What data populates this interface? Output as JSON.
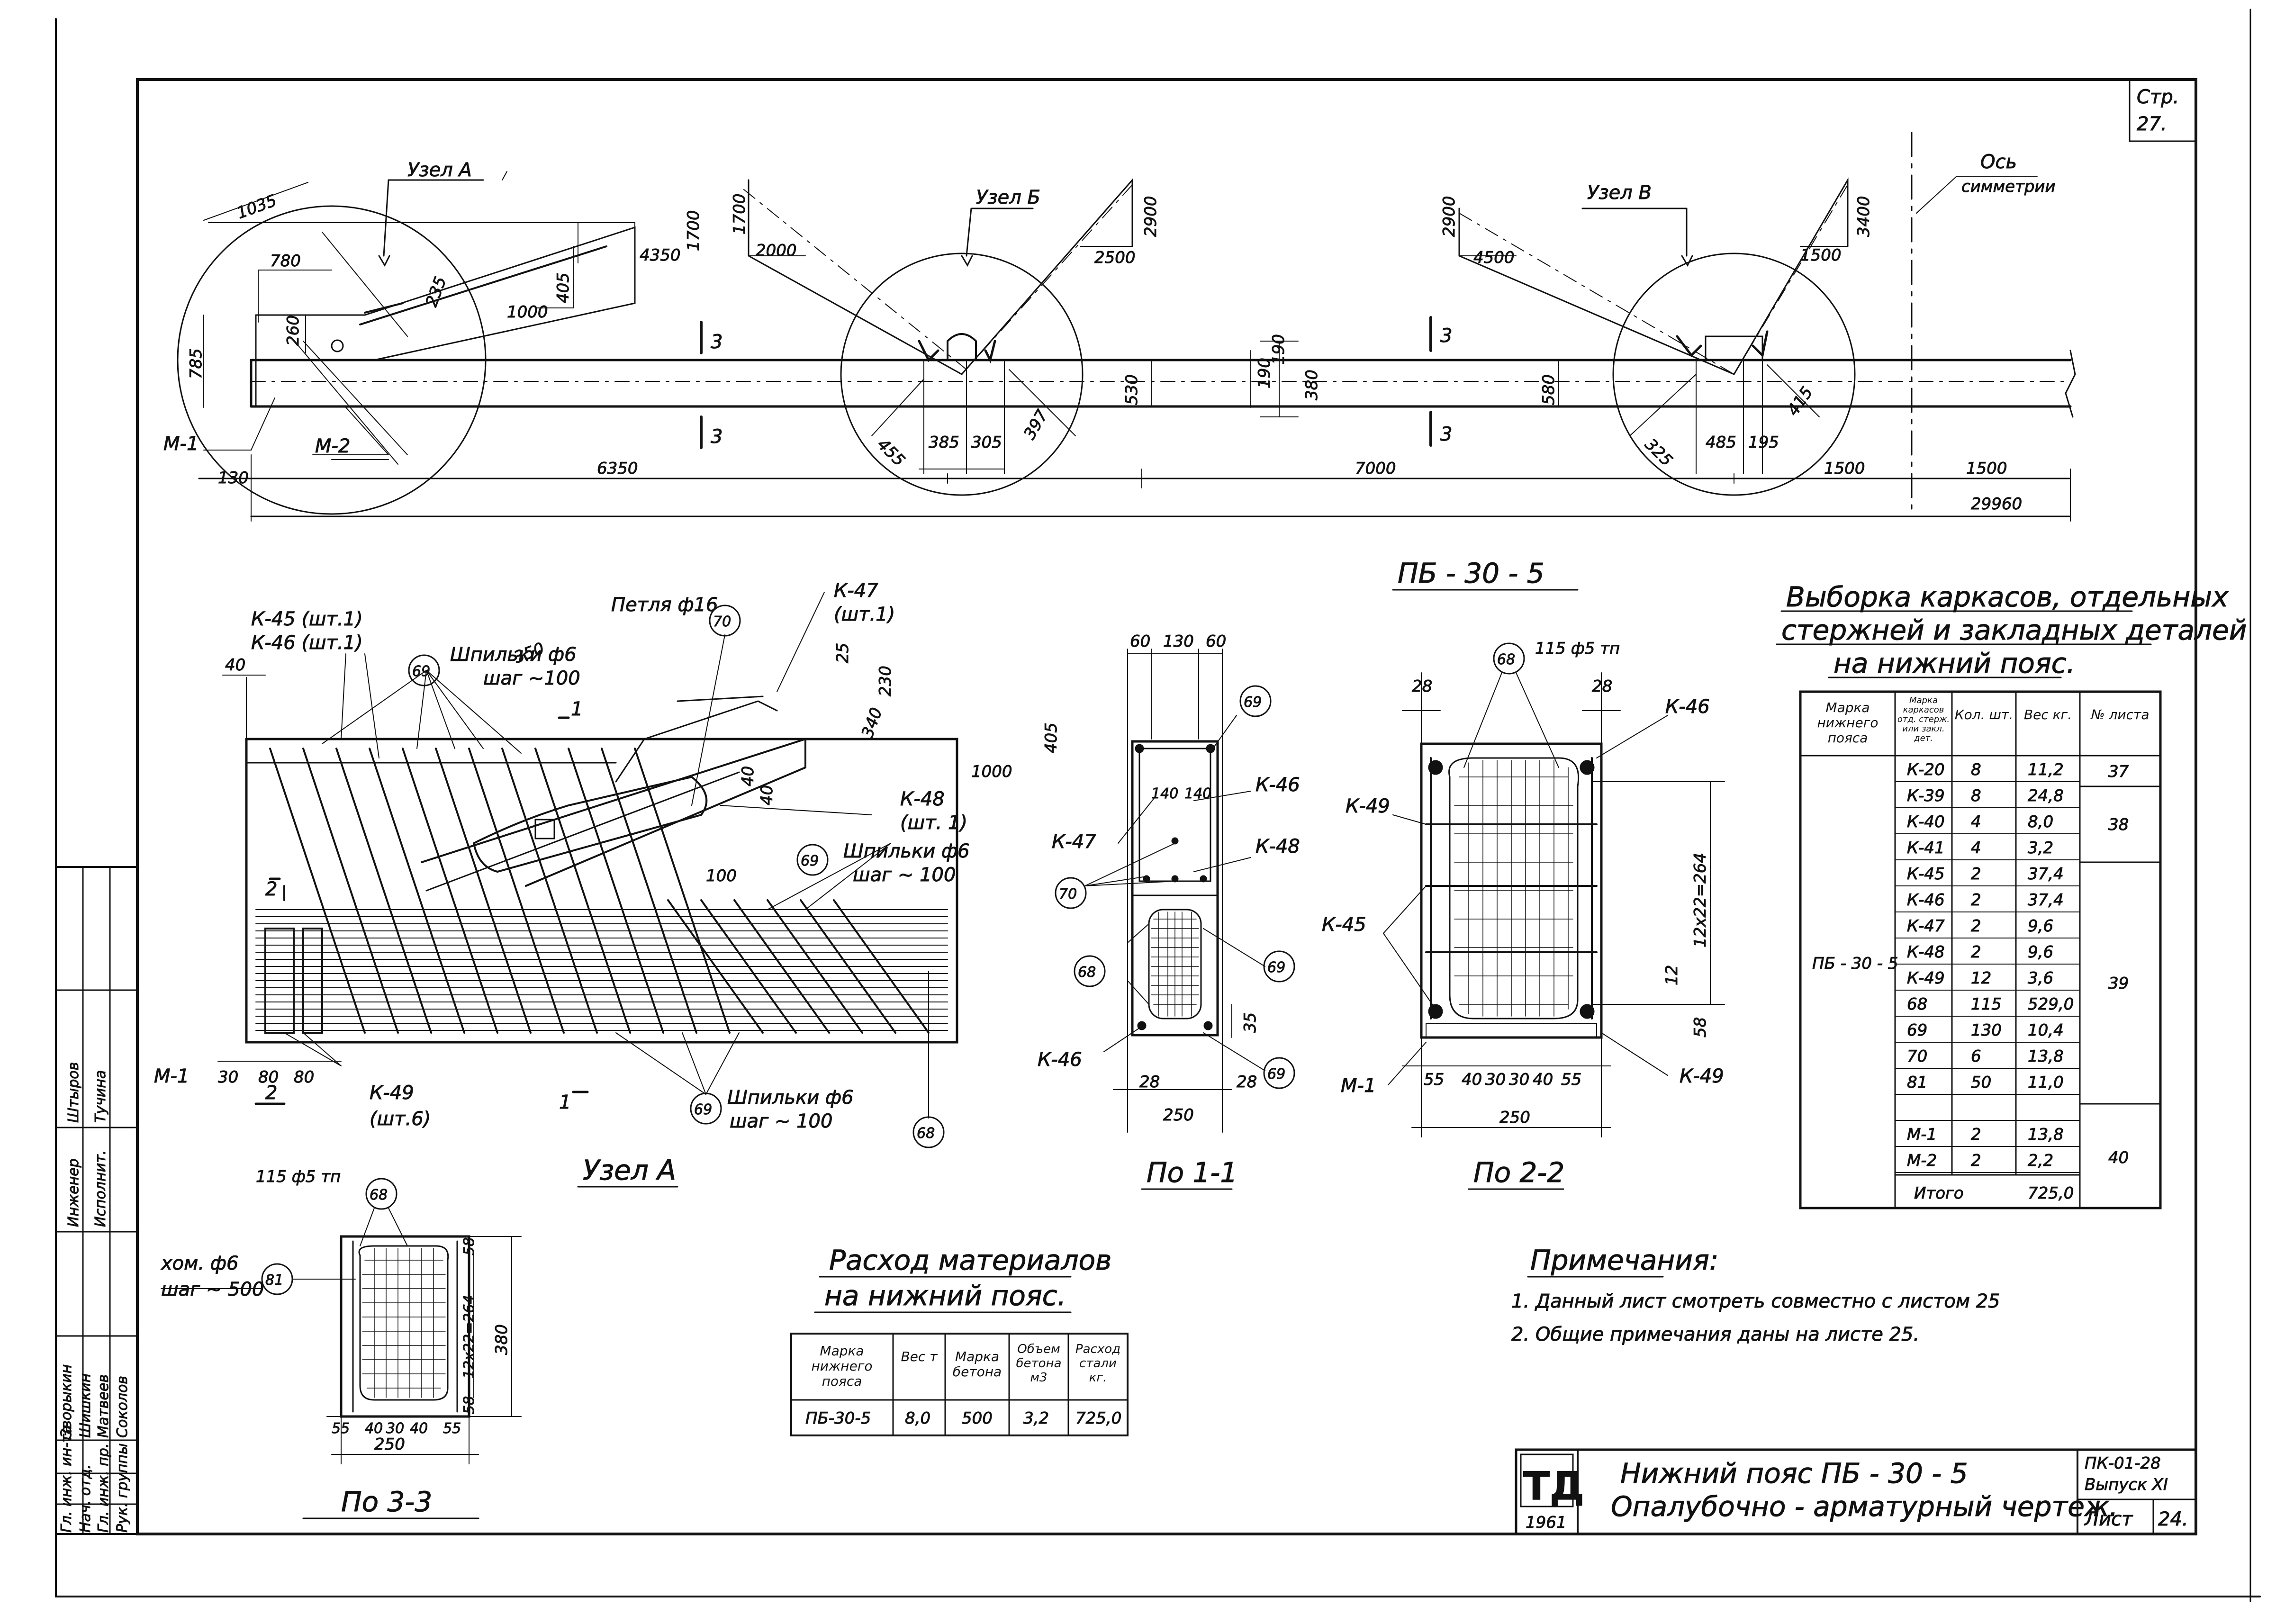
{
  "page_ref": {
    "label": "Стр.",
    "number": "27."
  },
  "elevation": {
    "nodes": {
      "a": "Узел А",
      "b": "Узел Б",
      "v": "Узел В"
    },
    "axis": {
      "line1": "Ось",
      "line2": "симметрии"
    },
    "marks": {
      "m1": "М-1",
      "m2": "М-2",
      "sec3": "3"
    },
    "dims": {
      "d1035": "1035",
      "d780": "780",
      "d260": "260",
      "d785": "785",
      "d405": "405",
      "d235": "235",
      "d1000": "1000",
      "d4350": "4350",
      "d1700": "1700",
      "d2000": "2000",
      "d2900": "2900",
      "d2500": "2500",
      "d4500": "4500",
      "d3400": "3400",
      "d1500": "1500",
      "d455": "455",
      "d385": "385",
      "d305": "305",
      "d397": "397",
      "d530": "530",
      "d190a": "190",
      "d190b": "190",
      "d380": "380",
      "d580": "580",
      "d325": "325",
      "d485": "485",
      "d195": "195",
      "d415": "415",
      "d130": "130",
      "d6350": "6350",
      "d7000": "7000",
      "d1500a": "1500",
      "d1500b": "1500",
      "d29960": "29960"
    }
  },
  "mark_title": "ПБ - 30 - 5",
  "node_a": {
    "title": "Узел А",
    "k45": "К-45 (шт.1)",
    "k46": "К-46 (шт.1)",
    "pin1": "Шпильки ф6",
    "step1": "шаг ~100",
    "loop": "Петля ф16",
    "k47": "К-47",
    "k47q": "(шт.1)",
    "k48": "К-48",
    "k48q": "(шт. 1)",
    "pin2": "Шпильки ф6",
    "step2": "шаг ~ 100",
    "pin3": "Шпильки ф6",
    "step3": "шаг ~ 100",
    "k49": "К-49",
    "k49q": "(шт.6)",
    "m1": "М-1",
    "c69": "69",
    "c70": "70",
    "c68": "68",
    "d40": "40",
    "d350": "350",
    "d25": "25",
    "d340": "340",
    "d230": "230",
    "d405": "405",
    "d1000": "1000",
    "d100": "100",
    "d40b": "40",
    "d40c": "40",
    "d30": "30",
    "d80a": "80",
    "d80b": "80",
    "cut1": "1",
    "cut2": "2"
  },
  "sec11": {
    "title": "По 1-1",
    "d60a": "60",
    "d130": "130",
    "d60b": "60",
    "d140a": "140",
    "d140b": "140",
    "k47": "К-47",
    "k46": "К-46",
    "k48": "К-48",
    "k46b": "К-46",
    "c69a": "69",
    "c69b": "69",
    "c69c": "69",
    "c70": "70",
    "c68": "68",
    "d35": "35",
    "d28a": "28",
    "d28b": "28",
    "d250": "250"
  },
  "sec22": {
    "title": "По 2-2",
    "top": "115 ф5 тп",
    "c68": "68",
    "k46": "К-46",
    "k49a": "К-49",
    "k45": "К-45",
    "k49b": "К-49",
    "m1": "М-1",
    "d28a": "28",
    "d28b": "28",
    "dv": "12х22=264",
    "d12": "12",
    "d58": "58",
    "dl": [
      "55",
      "40",
      "30",
      "30",
      "40",
      "55"
    ],
    "d250": "250"
  },
  "sec33": {
    "title": "По 3-3",
    "top": "115 ф5 тп",
    "c68": "68",
    "c81": "81",
    "hom": "хом. ф6",
    "step": "шаг ~ 500",
    "d58a": "58",
    "dv": "12х22=264",
    "d58b": "58",
    "d380": "380",
    "dl": [
      "55",
      "40",
      "30",
      "40",
      "55"
    ],
    "d250": "250"
  },
  "materials": {
    "title1": "Расход материалов",
    "title2": "на нижний пояс.",
    "headers": [
      "Марка нижнего пояса",
      "Вес т",
      "Марка бетона",
      "Объем бетона м3",
      "Расход стали кг."
    ],
    "row": [
      "ПБ-30-5",
      "8,0",
      "500",
      "3,2",
      "725,0"
    ]
  },
  "spec": {
    "title1": "Выборка каркасов, отдельных",
    "title2": "стержней и закладных деталей",
    "title3": "на нижний пояс.",
    "headers": [
      "Марка нижнего пояса",
      "Марка каркасов отд. стерж. или закл. дет.",
      "Кол. шт.",
      "Вес кг.",
      "№ листа"
    ],
    "group": "ПБ - 30 - 5",
    "rows": [
      [
        "К-20",
        "8",
        "11,2"
      ],
      [
        "К-39",
        "8",
        "24,8"
      ],
      [
        "К-40",
        "4",
        "8,0"
      ],
      [
        "К-41",
        "4",
        "3,2"
      ],
      [
        "К-45",
        "2",
        "37,4"
      ],
      [
        "К-46",
        "2",
        "37,4"
      ],
      [
        "К-47",
        "2",
        "9,6"
      ],
      [
        "К-48",
        "2",
        "9,6"
      ],
      [
        "К-49",
        "12",
        "3,6"
      ],
      [
        "68",
        "115",
        "529,0"
      ],
      [
        "69",
        "130",
        "10,4"
      ],
      [
        "70",
        "6",
        "13,8"
      ],
      [
        "81",
        "50",
        "11,0"
      ],
      [
        "",
        "",
        ""
      ],
      [
        "М-1",
        "2",
        "13,8"
      ],
      [
        "М-2",
        "2",
        "2,2"
      ]
    ],
    "sheets": [
      "37",
      "38",
      "39",
      "40"
    ],
    "total_label": "Итого",
    "total": "725,0"
  },
  "notes": {
    "title": "Примечания:",
    "n1": "1. Данный лист смотреть совместно с листом 25",
    "n2": "2. Общие примечания даны на листе 25."
  },
  "stamp": {
    "logo": "ТД",
    "year": "1961",
    "t1": "Нижний пояс ПБ - 30 - 5",
    "t2": "Опалубочно - арматурный чертеж.",
    "code": "ПК-01-28",
    "issue": "Выпуск XI",
    "sheet_label": "Лист",
    "sheet": "24."
  },
  "side_stamp": {
    "r1": [
      "Гл. инж. ин-та",
      "Зворыкин"
    ],
    "r2": [
      "Нач. отд.",
      "Шишкин"
    ],
    "r3": [
      "Гл. инж. пр.",
      "Матвеев"
    ],
    "r4": [
      "Рук. группы",
      "Соколов"
    ],
    "r5": [
      "Инженер",
      "Штыров"
    ],
    "r6": [
      "Исполнит.",
      "Тучина"
    ]
  }
}
